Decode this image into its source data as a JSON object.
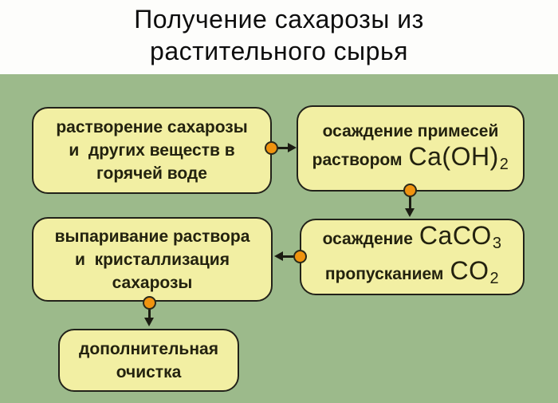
{
  "title": {
    "line1": "Получение сахарозы из",
    "line2": "растительного сырья"
  },
  "colors": {
    "background_top": "#fdfdfb",
    "panel_green": "#9cba8b",
    "box_fill": "#f2efa3",
    "box_border": "#22221a",
    "connector_dot_orange": "#f0930f",
    "arrow_black": "#1b1b12",
    "text_dark": "#23220f"
  },
  "flowchart": {
    "boxes": [
      {
        "lines": [
          "растворение сахарозы",
          "и  других веществ в",
          "горячей воде"
        ]
      },
      {
        "line1": "осаждение примесей",
        "line2_text": "раствором",
        "line2_formula_base": "Ca(OH)",
        "line2_formula_sub": "2"
      },
      {
        "lines": [
          "выпаривание раствора",
          "и  кристаллизация",
          "сахарозы"
        ]
      },
      {
        "line1_text": "осаждение",
        "line1_formula_base": "CaCO",
        "line1_formula_sub": "3",
        "line2_text": "пропусканием",
        "line2_formula_base": "CO",
        "line2_formula_sub": "2"
      },
      {
        "lines": [
          "дополнительная",
          "очистка"
        ]
      }
    ]
  }
}
